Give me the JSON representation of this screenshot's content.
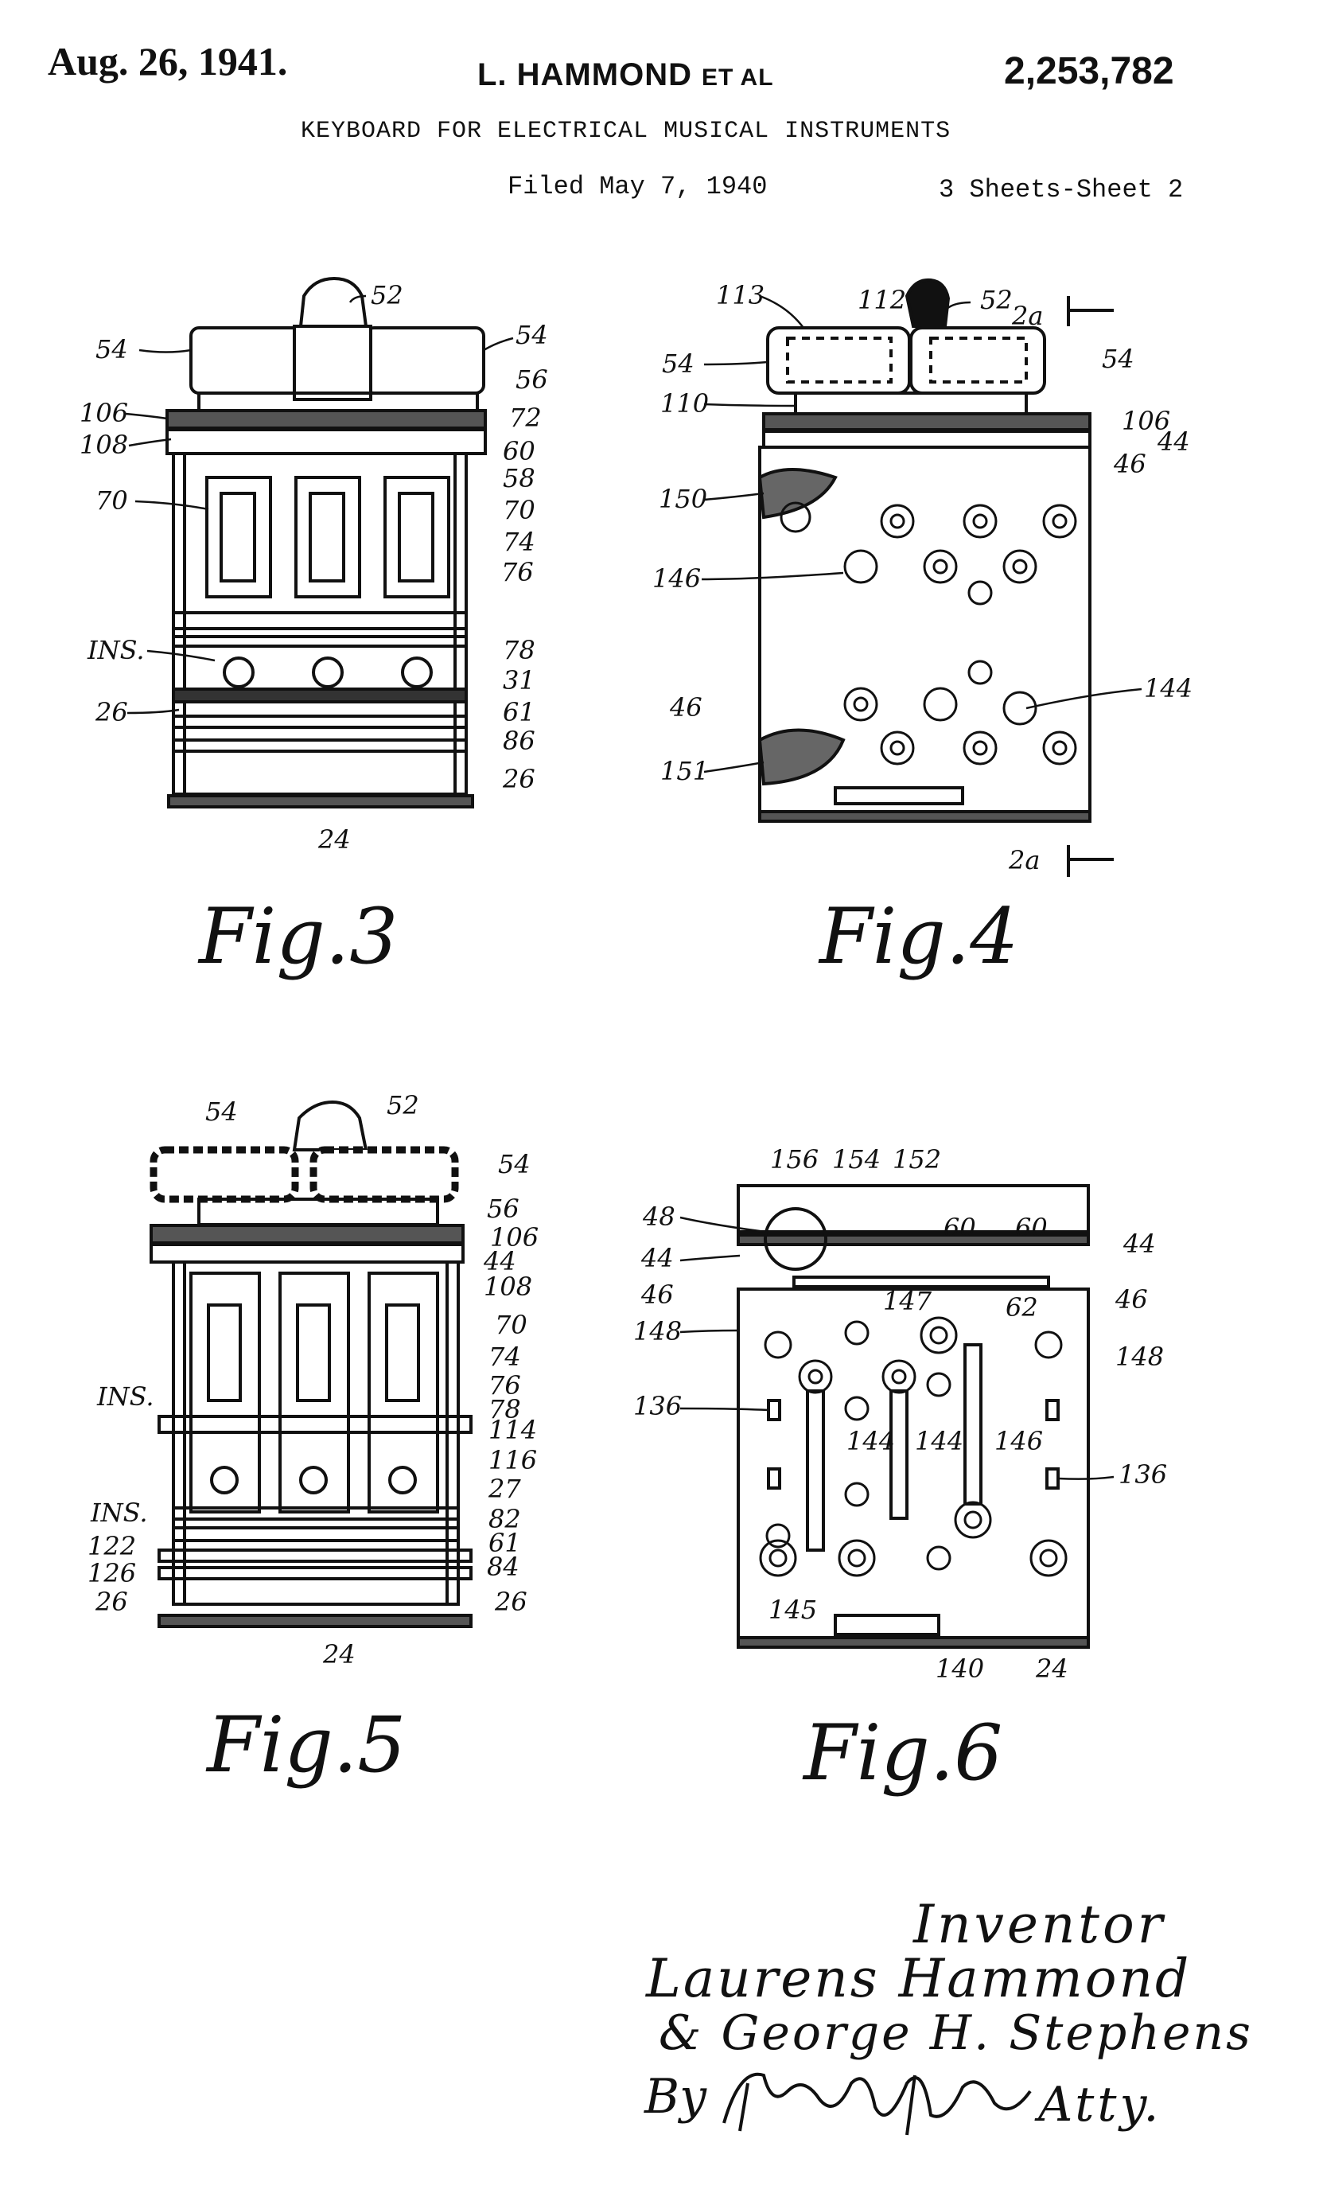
{
  "header": {
    "date": "Aug. 26, 1941.",
    "inventor": "L. HAMMOND",
    "etal": "ET AL",
    "patent_number": "2,253,782",
    "title": "KEYBOARD FOR ELECTRICAL MUSICAL INSTRUMENTS",
    "filed": "Filed May 7, 1940",
    "sheets": "3 Sheets-Sheet 2"
  },
  "figures": {
    "fig3": {
      "caption": "Fig.3",
      "labels": [
        "52",
        "54",
        "54",
        "56",
        "106",
        "72",
        "108",
        "60",
        "58",
        "70",
        "70",
        "74",
        "76",
        "INS.",
        "78",
        "31",
        "26",
        "61",
        "86",
        "26",
        "24"
      ]
    },
    "fig4": {
      "caption": "Fig.4",
      "labels": [
        "113",
        "112",
        "52",
        "2a",
        "54",
        "54",
        "110",
        "106",
        "44",
        "46",
        "150",
        "146",
        "46",
        "144",
        "151",
        "2a"
      ]
    },
    "fig5": {
      "caption": "Fig.5",
      "labels": [
        "54",
        "52",
        "54",
        "56",
        "106",
        "44",
        "108",
        "70",
        "74",
        "76",
        "78",
        "INS.",
        "114",
        "116",
        "27",
        "INS.",
        "82",
        "122",
        "61",
        "126",
        "84",
        "26",
        "26",
        "24"
      ]
    },
    "fig6": {
      "caption": "Fig.6",
      "labels": [
        "156",
        "154",
        "152",
        "48",
        "60",
        "60",
        "44",
        "44",
        "46",
        "46",
        "147",
        "62",
        "148",
        "148",
        "136",
        "136",
        "144",
        "144",
        "146",
        "145",
        "140",
        "24"
      ]
    }
  },
  "signature": {
    "title": "Inventor",
    "line1": "Laurens Hammond",
    "line2": "& George H. Stephens",
    "by": "By",
    "atty": "Atty."
  }
}
